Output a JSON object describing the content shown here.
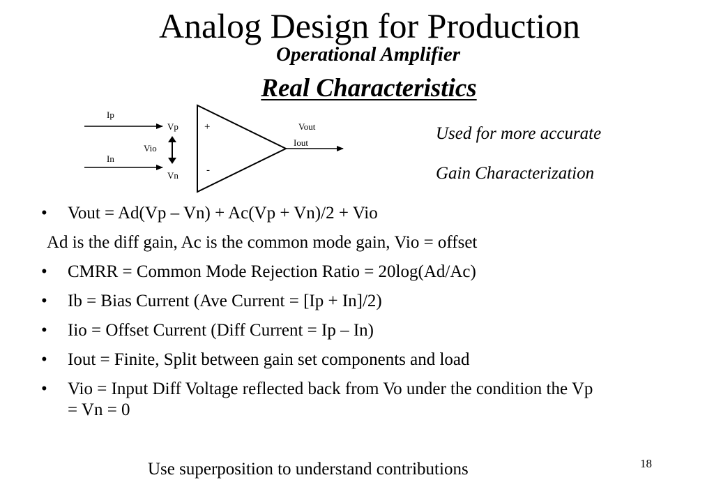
{
  "slide": {
    "title": "Analog Design for Production",
    "subtitle": "Operational Amplifier",
    "heading": "Real Characteristics"
  },
  "diagram": {
    "labels": {
      "ip": "Ip",
      "in": "In",
      "vp": "Vp",
      "vn": "Vn",
      "vio": "Vio",
      "vout": "Vout",
      "iout": "Iout",
      "plus": "+",
      "minus": "-"
    }
  },
  "notes": {
    "line1": "Used for more accurate",
    "line2": "Gain Characterization"
  },
  "body": {
    "bullet_glyph": "•",
    "bullet1": "Vout = Ad(Vp – Vn) + Ac(Vp + Vn)/2 + Vio",
    "explain": "Ad is the diff gain, Ac is the common mode gain, Vio = offset",
    "bullet2": "CMRR = Common Mode Rejection Ratio = 20log(Ad/Ac)",
    "bullet3": "Ib = Bias Current (Ave Current = [Ip + In]/2)",
    "bullet4": "Iio = Offset Current (Diff Current = Ip – In)",
    "bullet5": "Iout = Finite, Split between gain set components and load",
    "bullet6": "Vio = Input Diff Voltage reflected back from Vo under the condition the Vp = Vn = 0"
  },
  "footer": {
    "text": "Use superposition to understand contributions",
    "page_number": "18"
  }
}
